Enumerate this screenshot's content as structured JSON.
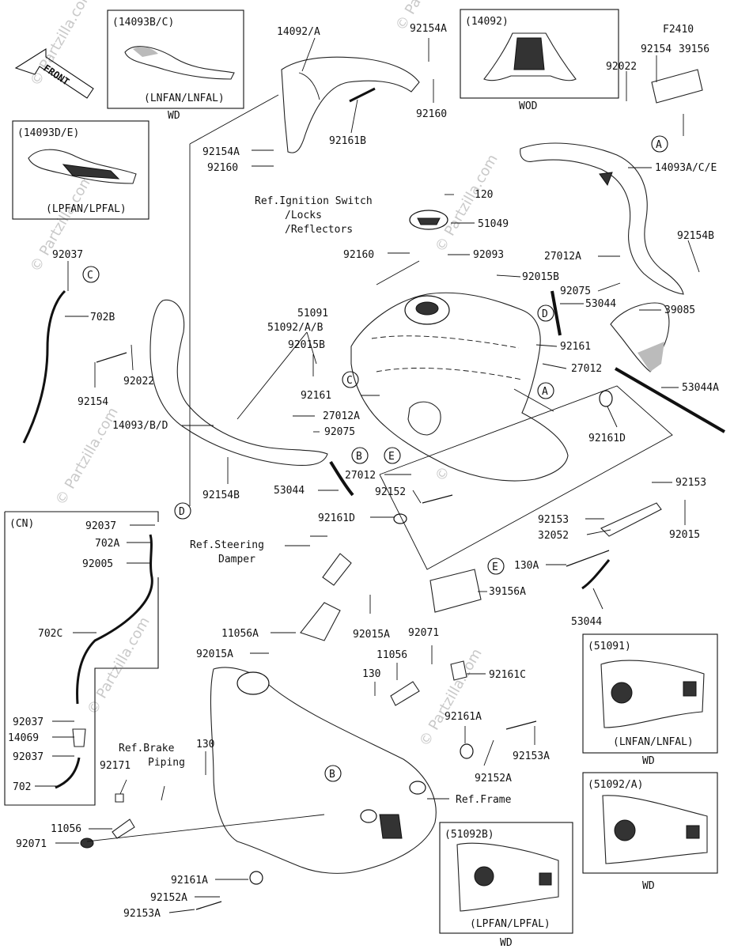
{
  "watermarks": [
    "© Partzilla.com",
    "© Partzilla.com",
    "© Partzilla.com",
    "© Partzilla.com",
    "© Partzilla.com",
    "© Partzilla.com",
    "© Partzilla.com",
    "© Partzilla.com"
  ],
  "front_arrow": "FRONT",
  "code": "F2410",
  "insets": {
    "i14093bc": {
      "title": "(14093B/C)",
      "caption": "(LNFAN/LNFAL)",
      "under": "WD"
    },
    "i14092": {
      "title": "(14092)",
      "under": "WOD"
    },
    "i14093de": {
      "title": "(14093D/E)",
      "caption": "(LPFAN/LPFAL)"
    },
    "i51091": {
      "title": "(51091)",
      "caption": "(LNFAN/LNFAL)",
      "under": "WD"
    },
    "i51092a": {
      "title": "(51092/A)",
      "under": "WD"
    },
    "i51092b": {
      "title": "(51092B)",
      "caption": "(LPFAN/LPFAL)",
      "under": "WD"
    },
    "cn": {
      "title": "(CN)"
    }
  },
  "circles": {
    "a": "A",
    "b": "B",
    "c": "C",
    "d": "D",
    "e": "E"
  },
  "references": {
    "ignition": [
      "Ref.Ignition Switch",
      "/Locks",
      "/Reflectors"
    ],
    "steering": [
      "Ref.Steering",
      "Damper"
    ],
    "brake": [
      "Ref.Brake",
      "Piping"
    ],
    "frame": "Ref.Frame"
  },
  "labels": {
    "p14092a": "14092/A",
    "p92154a_top": "92154A",
    "p92160_top": "92160",
    "p92154a_l": "92154A",
    "p92160_l": "92160",
    "p92161b": "92161B",
    "p92022_r": "92022",
    "p92154_r": "92154",
    "p39156": "39156",
    "p14093ace": "14093A/C/E",
    "p120": "120",
    "p51049": "51049",
    "p92160_m": "92160",
    "p92093": "92093",
    "p92154b_r": "92154B",
    "p27012a_r": "27012A",
    "p92015b_r": "92015B",
    "p92075_r": "92075",
    "p53044_r": "53044",
    "p39085": "39085",
    "p92037_c": "92037",
    "p702b": "702B",
    "p51091": "51091",
    "p51092ab": "51092/A/B",
    "p92015b_m": "92015B",
    "p92161_r": "92161",
    "p27012_r": "27012",
    "p92161_m": "92161",
    "p53044a": "53044A",
    "p92022_l": "92022",
    "p92154_l": "92154",
    "p27012a_m": "27012A",
    "p92075_m": "92075",
    "p14093bd": "14093/B/D",
    "p92161d_r": "92161D",
    "p92154b_l": "92154B",
    "p53044_m": "53044",
    "p27012_b": "27012",
    "p92152": "92152",
    "p92153_r": "92153",
    "p92161d_l": "92161D",
    "p92153_m": "92153",
    "p92015_r": "92015",
    "p32052": "32052",
    "p130a": "130A",
    "p39156a": "39156A",
    "p53044_b": "53044",
    "p92037_cn1": "92037",
    "p702a": "702A",
    "p92005": "92005",
    "p702c": "702C",
    "p92037_cn2": "92037",
    "p14069": "14069",
    "p92037_cn3": "92037",
    "p702": "702",
    "p92015a_r": "92015A",
    "p11056a": "11056A",
    "p92015a_l": "92015A",
    "p92071_r": "92071",
    "p11056_r": "11056",
    "p130_r": "130",
    "p92161c": "92161C",
    "p92161a_r": "92161A",
    "p92153a_r": "92153A",
    "p92152a_r": "92152A",
    "p130_l": "130",
    "p92171": "92171",
    "p11056_l": "11056",
    "p92071_l": "92071",
    "p92161a_b": "92161A",
    "p92152a_b": "92152A",
    "p92153a_b": "92153A"
  }
}
